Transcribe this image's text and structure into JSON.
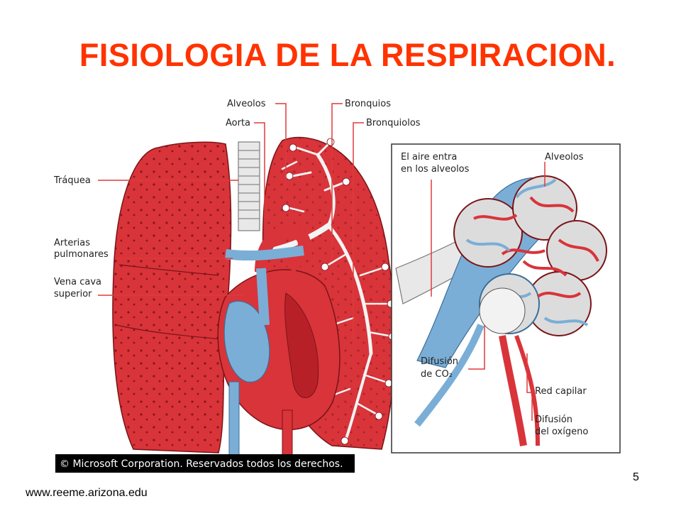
{
  "slide": {
    "title": "FISIOLOGIA DE LA RESPIRACION.",
    "page_number": "5",
    "footer_url": "www.reeme.arizona.edu"
  },
  "diagram": {
    "labels": {
      "alveolos": "Alveolos",
      "aorta": "Aorta",
      "bronquios": "Bronquios",
      "bronquiolos": "Bronquiolos",
      "traquea": "Tráquea",
      "arterias_1": "Arterias",
      "arterias_2": "pulmonares",
      "vena_1": "Vena cava",
      "vena_2": "superior",
      "aire_1": "El aire entra",
      "aire_2": "en los alveolos",
      "alveolos_inset": "Alveolos",
      "difusion_co2_1": "Difusión",
      "difusion_co2_2": "de CO₂",
      "red_capilar": "Red capilar",
      "difusion_o2_1": "Difusión",
      "difusion_o2_2": "del oxígeno"
    },
    "copyright": "© Microsoft Corporation. Reservados todos los derechos."
  },
  "colors": {
    "title": "#ff3300",
    "lung_red": "#d8343a",
    "vessel_blue": "#7aaed6",
    "artery_red": "#e0303a",
    "label_line": "#e03a3a"
  }
}
